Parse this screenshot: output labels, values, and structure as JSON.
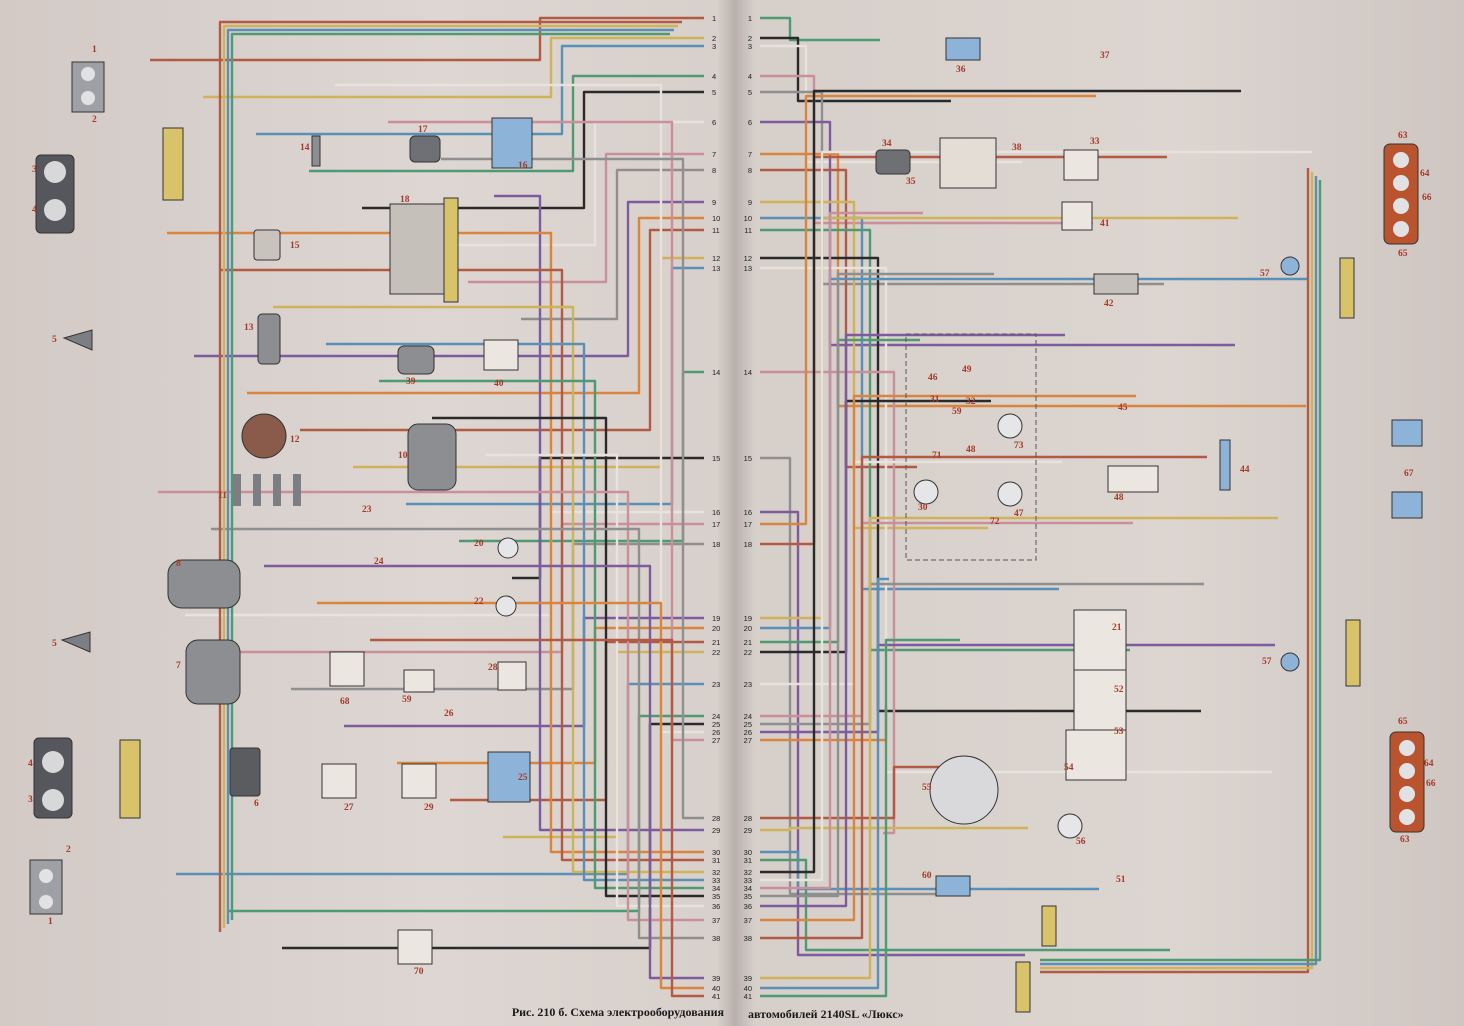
{
  "caption": {
    "left": "Рис. 210 б. Схема электрооборудования",
    "right": "автомобилей 2140SL «Люкс»"
  },
  "diagram": {
    "wire_colors": [
      "#b35a44",
      "#cfb259",
      "#5a8fb8",
      "#4f9a72",
      "#2a2a2a",
      "#e8e2dc",
      "#c98f9a",
      "#8f8f8f",
      "#7e5a9e",
      "#d9843f"
    ],
    "terminals_left": [
      "1",
      "2",
      "3",
      "4",
      "5",
      "6",
      "7",
      "8",
      "9",
      "10",
      "11",
      "12",
      "13",
      "14",
      "15",
      "16",
      "17",
      "18",
      "19",
      "20",
      "21",
      "22",
      "23",
      "24",
      "25",
      "26",
      "27",
      "28",
      "29",
      "30",
      "31",
      "32",
      "33",
      "34",
      "35",
      "36",
      "37",
      "38",
      "39",
      "40",
      "41"
    ],
    "terminals_right": [
      "1",
      "2",
      "3",
      "4",
      "5",
      "6",
      "7",
      "8",
      "9",
      "10",
      "11",
      "12",
      "13",
      "14",
      "15",
      "16",
      "17",
      "18",
      "19",
      "20",
      "21",
      "22",
      "23",
      "24",
      "25",
      "26",
      "27",
      "28",
      "29",
      "30",
      "31",
      "32",
      "33",
      "34",
      "35",
      "36",
      "37",
      "38",
      "39",
      "40",
      "41"
    ],
    "component_numbers": [
      "1",
      "2",
      "3",
      "4",
      "5",
      "5",
      "4",
      "3",
      "2",
      "1",
      "6",
      "7",
      "8",
      "10",
      "11",
      "12",
      "13",
      "14",
      "15",
      "16",
      "17",
      "18",
      "20",
      "22",
      "23",
      "24",
      "25",
      "26",
      "27",
      "28",
      "29",
      "30",
      "31",
      "32",
      "33",
      "34",
      "35",
      "36",
      "37",
      "38",
      "39",
      "40",
      "41",
      "42",
      "44",
      "45",
      "46",
      "47",
      "48",
      "48",
      "49",
      "51",
      "52",
      "53",
      "54",
      "55",
      "56",
      "57",
      "57",
      "59",
      "59",
      "60",
      "63",
      "63",
      "64",
      "64",
      "65",
      "65",
      "66",
      "66",
      "67",
      "68",
      "70",
      "71",
      "72",
      "73",
      "21"
    ]
  }
}
